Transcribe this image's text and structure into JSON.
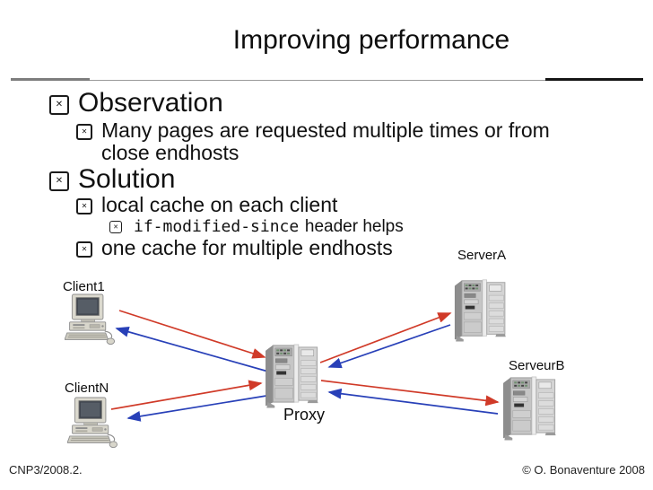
{
  "slide": {
    "title": "Improving performance",
    "footer_left": "CNP3/2008.2.",
    "footer_right": "© O. Bonaventure 2008"
  },
  "icons": {
    "bullet_glyph": "✕"
  },
  "bullets": {
    "observation": "Observation",
    "many_pages_line1": "Many pages are requested multiple times or from",
    "many_pages_line2": "close endhosts",
    "solution": "Solution",
    "local_cache": "local cache on each client",
    "if_modified_mono": "if-modified-since",
    "if_modified_rest": "header helps",
    "one_cache": "one cache for multiple endhosts"
  },
  "diagram": {
    "nodes": {
      "client1": {
        "label": "Client1",
        "kind": "desktop-pc"
      },
      "clientn": {
        "label": "ClientN",
        "kind": "desktop-pc"
      },
      "proxy": {
        "label": "Proxy",
        "kind": "server-tower"
      },
      "servera": {
        "label": "ServerA",
        "kind": "server-tower"
      },
      "serveurb": {
        "label": "ServeurB",
        "kind": "server-tower"
      }
    },
    "edge_colors": {
      "request": "#d03a28",
      "response": "#2840b8"
    },
    "edges": [
      {
        "from": "Client1",
        "to": "Proxy",
        "type": "request"
      },
      {
        "from": "Proxy",
        "to": "Client1",
        "type": "response"
      },
      {
        "from": "ClientN",
        "to": "Proxy",
        "type": "request"
      },
      {
        "from": "Proxy",
        "to": "ClientN",
        "type": "response"
      },
      {
        "from": "Proxy",
        "to": "ServerA",
        "type": "request"
      },
      {
        "from": "ServerA",
        "to": "Proxy",
        "type": "response"
      },
      {
        "from": "Proxy",
        "to": "ServeurB",
        "type": "request"
      },
      {
        "from": "ServeurB",
        "to": "Proxy",
        "type": "response"
      }
    ]
  }
}
